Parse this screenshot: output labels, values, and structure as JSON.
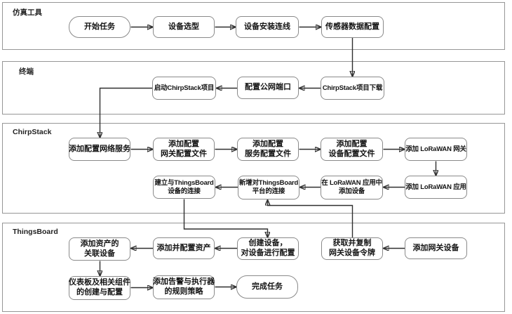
{
  "diagram": {
    "lanes": [
      {
        "label": "仿真工具"
      },
      {
        "label": "终端"
      },
      {
        "label": "ChirpStack"
      },
      {
        "label": "ThingsBoard"
      }
    ],
    "nodes": {
      "start": {
        "label": "开始任务",
        "shape": "terminator"
      },
      "device_select": {
        "label": "设备选型",
        "shape": "process"
      },
      "device_install": {
        "label": "设备安装连线",
        "shape": "process"
      },
      "sensor_config": {
        "label": "传感器数据配置",
        "shape": "process"
      },
      "cs_download": {
        "label": "ChirpStack项目下载",
        "shape": "process"
      },
      "public_port": {
        "label": "配置公网端口",
        "shape": "process"
      },
      "cs_launch": {
        "label": "启动ChirpStack项目",
        "shape": "process"
      },
      "net_service": {
        "label": "添加配置网络服务",
        "shape": "process"
      },
      "gw_conf": {
        "label": "添加配置\n网关配置文件",
        "shape": "process"
      },
      "svc_conf": {
        "label": "添加配置\n服务配置文件",
        "shape": "process"
      },
      "dev_conf": {
        "label": "添加配置\n设备配置文件",
        "shape": "process"
      },
      "add_gw": {
        "label": "添加 LoRaWAN 网关",
        "shape": "process"
      },
      "add_app": {
        "label": "添加 LoRaWAN 应用",
        "shape": "process"
      },
      "app_add_dev": {
        "label": "在 LoRaWAN 应用中\n添加设备",
        "shape": "process"
      },
      "tb_conn": {
        "label": "新增对ThingsBoard\n平台的连接",
        "shape": "process"
      },
      "tb_dev_conn": {
        "label": "建立与ThingsBoard\n设备的连接",
        "shape": "process"
      },
      "create_dev": {
        "label": "创建设备，\n对设备进行配置",
        "shape": "process"
      },
      "add_asset": {
        "label": "添加并配置资产",
        "shape": "process"
      },
      "asset_dev": {
        "label": "添加资产的\n关联设备",
        "shape": "process"
      },
      "copy_token": {
        "label": "获取并复制\n网关设备令牌",
        "shape": "process"
      },
      "add_gw_dev": {
        "label": "添加网关设备",
        "shape": "process"
      },
      "dashboard": {
        "label": "仪表板及相关组件\n的创建与配置",
        "shape": "process"
      },
      "rules": {
        "label": "添加告警与执行器\n的规则策略",
        "shape": "process"
      },
      "finish": {
        "label": "完成任务",
        "shape": "terminator"
      }
    },
    "edges": [
      {
        "from": "start",
        "to": "device_select"
      },
      {
        "from": "device_select",
        "to": "device_install"
      },
      {
        "from": "device_install",
        "to": "sensor_config"
      },
      {
        "from": "sensor_config",
        "to": "cs_download"
      },
      {
        "from": "cs_download",
        "to": "public_port"
      },
      {
        "from": "public_port",
        "to": "cs_launch"
      },
      {
        "from": "cs_launch",
        "to": "net_service"
      },
      {
        "from": "net_service",
        "to": "gw_conf"
      },
      {
        "from": "gw_conf",
        "to": "svc_conf"
      },
      {
        "from": "svc_conf",
        "to": "dev_conf"
      },
      {
        "from": "dev_conf",
        "to": "add_gw"
      },
      {
        "from": "add_gw",
        "to": "add_app"
      },
      {
        "from": "add_app",
        "to": "app_add_dev"
      },
      {
        "from": "app_add_dev",
        "to": "tb_conn"
      },
      {
        "from": "tb_conn",
        "to": "tb_dev_conn"
      },
      {
        "from": "tb_dev_conn",
        "to": "create_dev"
      },
      {
        "from": "create_dev",
        "to": "add_asset"
      },
      {
        "from": "add_asset",
        "to": "asset_dev"
      },
      {
        "from": "asset_dev",
        "to": "dashboard"
      },
      {
        "from": "dashboard",
        "to": "rules"
      },
      {
        "from": "rules",
        "to": "finish"
      },
      {
        "from": "add_gw_dev",
        "to": "copy_token"
      },
      {
        "from": "copy_token",
        "to": "tb_conn"
      }
    ],
    "colors": {
      "background": "#ffffff",
      "lane_border": "#969696",
      "node_border": "#8a8a8a",
      "node_fill": "#ffffff",
      "text": "#141414",
      "arrow": "#2f2f2f"
    }
  }
}
